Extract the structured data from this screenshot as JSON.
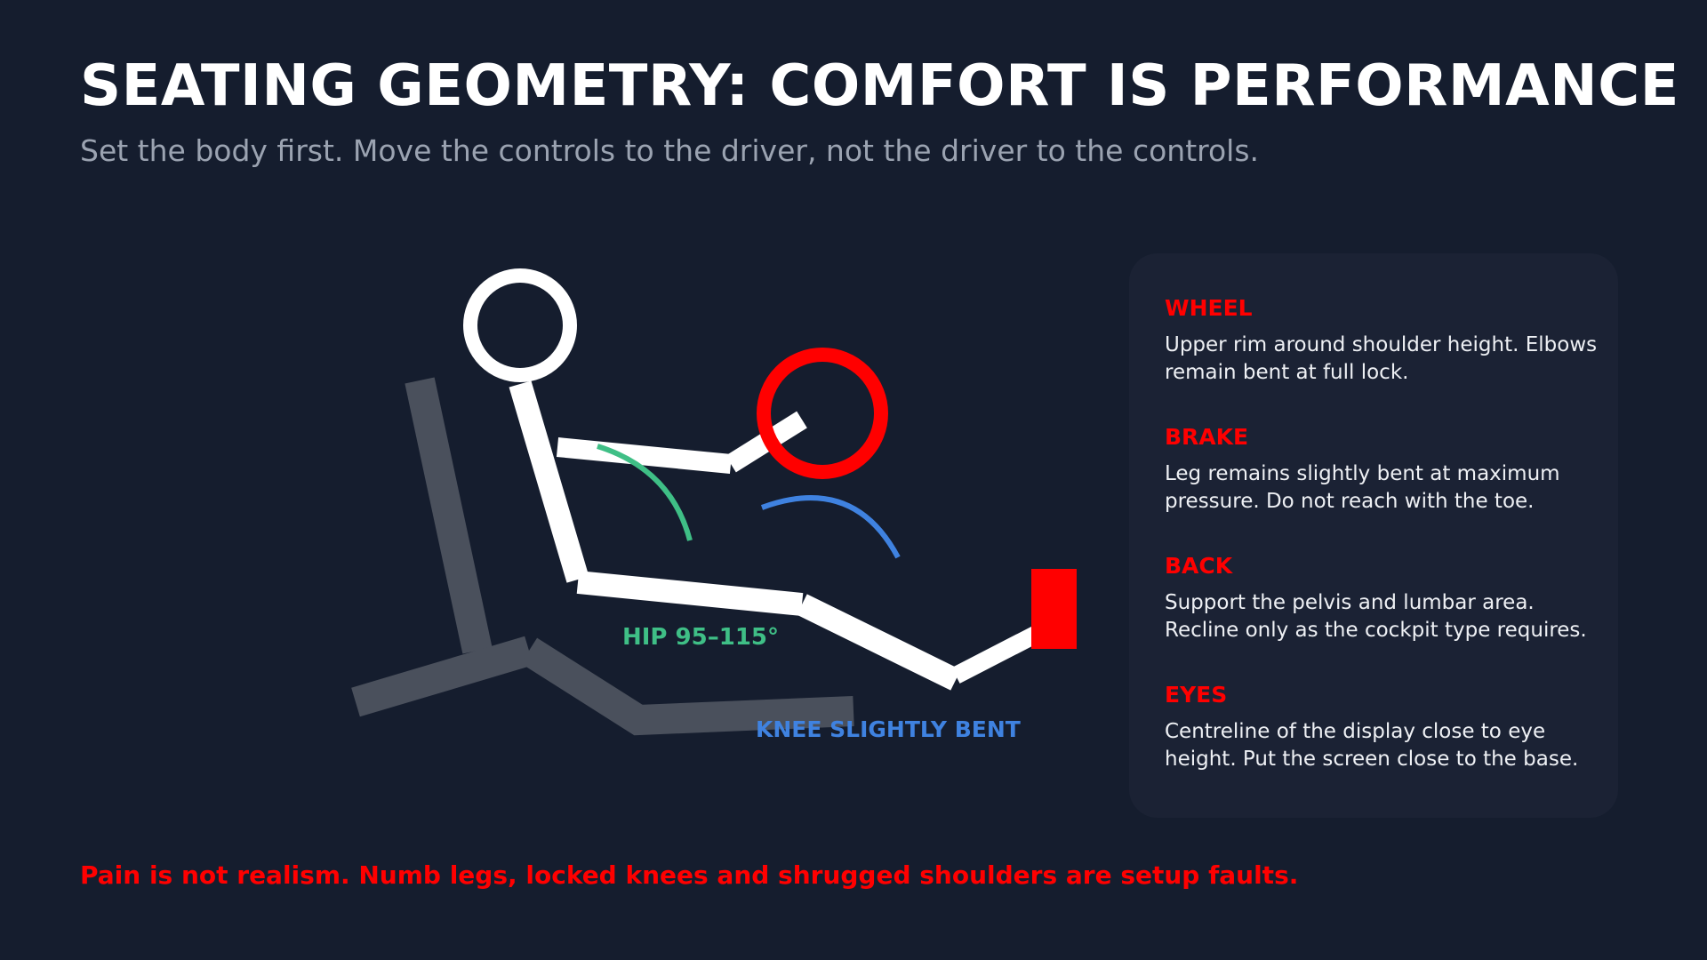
{
  "title": "SEATING GEOMETRY: COMFORT IS PERFORMANCE",
  "subtitle": "Set the body first. Move the controls to the driver, not the driver to the controls.",
  "diagram": {
    "hip_label": "HIP 95–115°",
    "knee_label": "KNEE SLIGHTLY BENT",
    "colors": {
      "body": "#ffffff",
      "seat": "#4a505c",
      "controls": "#ff0000",
      "hip_arc": "#3fbf86",
      "knee_arc": "#3f82e0"
    }
  },
  "panel": {
    "items": [
      {
        "label": "WHEEL",
        "text": "Upper rim around shoulder height. Elbows remain bent at full lock."
      },
      {
        "label": "BRAKE",
        "text": "Leg remains slightly bent at maximum pressure. Do not reach with the toe."
      },
      {
        "label": "BACK",
        "text": "Support the pelvis and lumbar area. Recline only as the cockpit type requires."
      },
      {
        "label": "EYES",
        "text": "Centreline of the display close to eye height. Put the screen close to the base."
      }
    ]
  },
  "footer": "Pain is not realism. Numb legs, locked knees and shrugged shoulders are setup faults."
}
